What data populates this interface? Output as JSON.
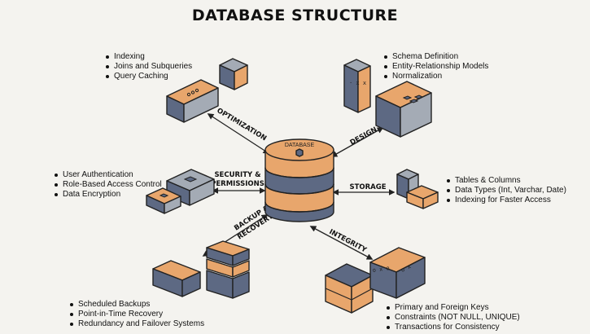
{
  "title": "DATABASE STRUCTURE",
  "center": {
    "label": "DATABASE"
  },
  "connectors": {
    "optimization": "OPTIMIZATION",
    "design": "DESIGN",
    "security_line1": "SECURITY &",
    "security_line2": "PERMISSIONS",
    "storage": "STORAGE",
    "backup_line1": "BACKUP &",
    "backup_line2": "RECOVERY",
    "integrity": "INTEGRITY"
  },
  "lists": {
    "optimization": [
      "Indexing",
      "Joins and Subqueries",
      "Query Caching"
    ],
    "design": [
      "Schema Definition",
      "Entity-Relationship Models",
      "Normalization"
    ],
    "security": [
      "User Authentication",
      "Role-Based Access Control",
      "Data Encryption"
    ],
    "storage": [
      "Tables & Columns",
      "Data Types (Int, Varchar, Date)",
      "Indexing for Faster Access"
    ],
    "backup": [
      "Scheduled Backups",
      "Point-in-Time Recovery",
      "Redundancy and Failover Systems"
    ],
    "integrity": [
      "Primary and Foreign Keys",
      "Constraints (NOT NULL, UNIQUE)",
      "Transactions for Consistency"
    ]
  },
  "colors": {
    "orange": "#e8a66c",
    "slate": "#5d6983",
    "grey": "#a4abb5",
    "background": "#f4f3ef"
  }
}
